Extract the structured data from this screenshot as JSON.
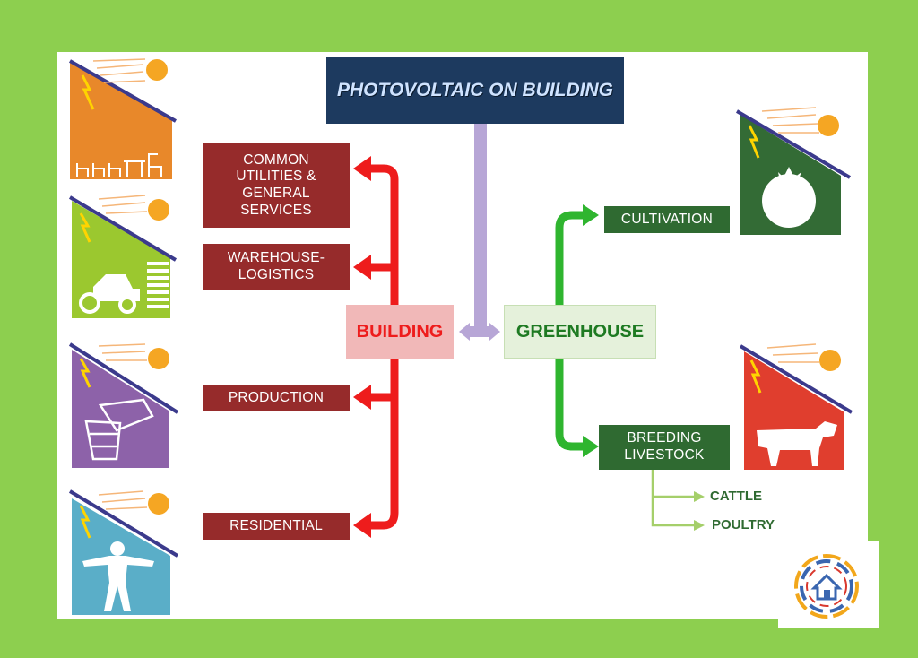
{
  "title": "PHOTOVOLTAIC ON BUILDING",
  "building": {
    "label": "BUILDING",
    "branches": [
      {
        "label": "COMMON\nUTILITIES &\nGENERAL\nSERVICES"
      },
      {
        "label": "WAREHOUSE-\nLOGISTICS"
      },
      {
        "label": "PRODUCTION"
      },
      {
        "label": "RESIDENTIAL"
      }
    ]
  },
  "greenhouse": {
    "label": "GREENHOUSE",
    "branches": [
      {
        "label": "CULTIVATION"
      },
      {
        "label": "BREEDING\nLIVESTOCK"
      }
    ],
    "livestock": [
      "CATTLE",
      "POULTRY"
    ]
  },
  "icons": {
    "building": [
      "furniture-icon",
      "tractor-icon",
      "factory-paper-icon",
      "person-icon"
    ],
    "greenhouse": [
      "tomato-icon",
      "cow-icon"
    ],
    "logo": "house-globe-logo-icon"
  },
  "colors": {
    "background": "#8dcf4f",
    "title_bg": "#1d3a5f",
    "building_arrow": "#ee1c1c",
    "building_box": "#962b2b",
    "greenhouse_arrow": "#2fb52f",
    "greenhouse_box": "#2f6a31",
    "connector": "#b7a6d6",
    "orange_panel": "#e8882a",
    "lime_panel": "#9bc82f",
    "purple_panel": "#8d62a9",
    "blue_panel": "#5aaec8",
    "darkgreen_panel": "#336b35",
    "red_panel": "#e03e2e",
    "sun": "#f5a623"
  }
}
